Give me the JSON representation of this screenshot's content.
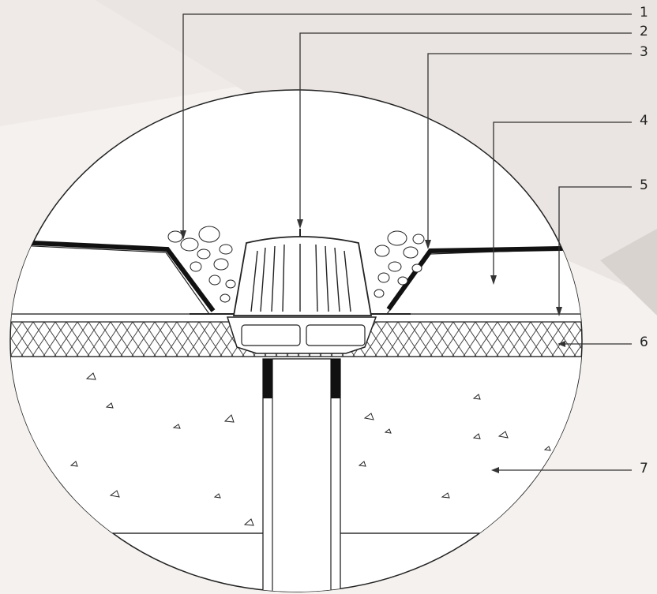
{
  "callouts": [
    {
      "id": "1",
      "label": "1"
    },
    {
      "id": "2",
      "label": "2"
    },
    {
      "id": "3",
      "label": "3"
    },
    {
      "id": "4",
      "label": "4"
    },
    {
      "id": "5",
      "label": "5"
    },
    {
      "id": "6",
      "label": "6"
    },
    {
      "id": "7",
      "label": "7"
    }
  ],
  "colors": {
    "background": "#f4f1ef",
    "paper": "#ffffff",
    "ink": "#222222",
    "membrane": "#111111"
  }
}
